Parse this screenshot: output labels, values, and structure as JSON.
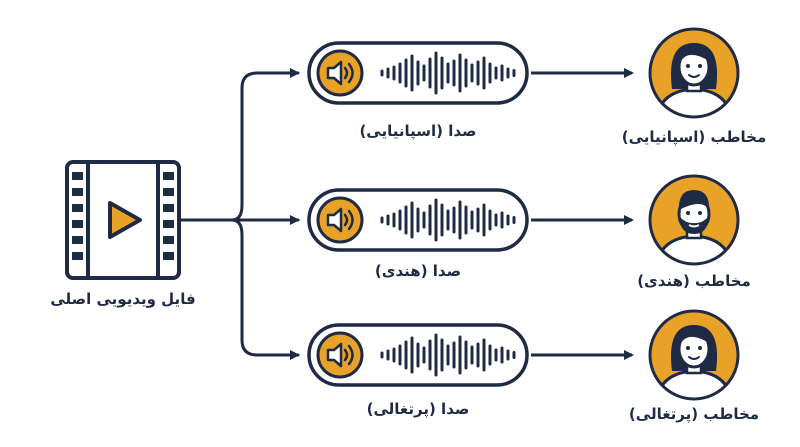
{
  "source": {
    "label": "فایل ویدیویی اصلی"
  },
  "tracks": [
    {
      "audio_label": "صدا (اسپانیایی)",
      "audience_label": "مخاطب (اسپانیایی)",
      "avatar": "woman-avatar-icon"
    },
    {
      "audio_label": "صدا (هندی)",
      "audience_label": "مخاطب (هندی)",
      "avatar": "bearded-man-avatar-icon"
    },
    {
      "audio_label": "صدا (پرتغالی)",
      "audience_label": "مخاطب (پرتغالی)",
      "avatar": "woman-avatar-icon"
    }
  ],
  "colors": {
    "accent": "#e9a228",
    "stroke": "#1f2a44",
    "background": "#ffffff"
  }
}
